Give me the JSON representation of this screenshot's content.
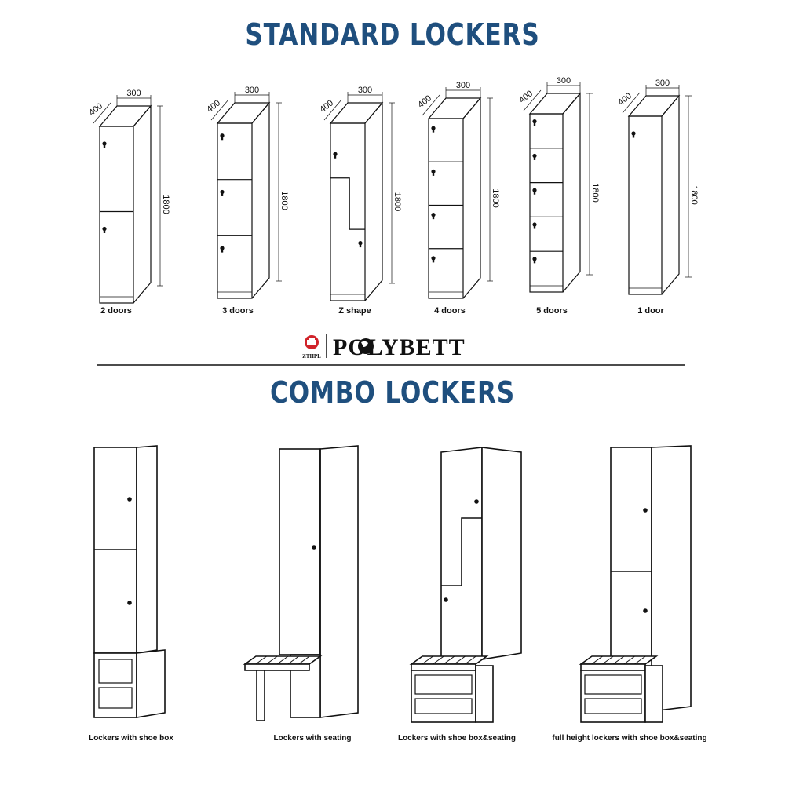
{
  "standard_section": {
    "title": "STANDARD LOCKERS",
    "dimensions": {
      "width": "300",
      "depth": "400",
      "height": "1800"
    },
    "types": [
      {
        "label": "2 doors"
      },
      {
        "label": "3 doors"
      },
      {
        "label": "Z shape"
      },
      {
        "label": "4 doors"
      },
      {
        "label": "5 doors"
      },
      {
        "label": "1 door"
      }
    ]
  },
  "brand": {
    "name": "POLYBETT",
    "sub": "ZTHPL",
    "colors": {
      "emblem_red": "#d1232a",
      "ink": "#111111"
    }
  },
  "combo_section": {
    "title": "COMBO LOCKERS",
    "types": [
      {
        "label": "Lockers with shoe box"
      },
      {
        "label": "Lockers with seating"
      },
      {
        "label": "Lockers with shoe box&seating"
      },
      {
        "label": "full height lockers with shoe box&seating"
      }
    ]
  },
  "colors": {
    "heading": "#1f4f7e",
    "line": "#111111"
  }
}
